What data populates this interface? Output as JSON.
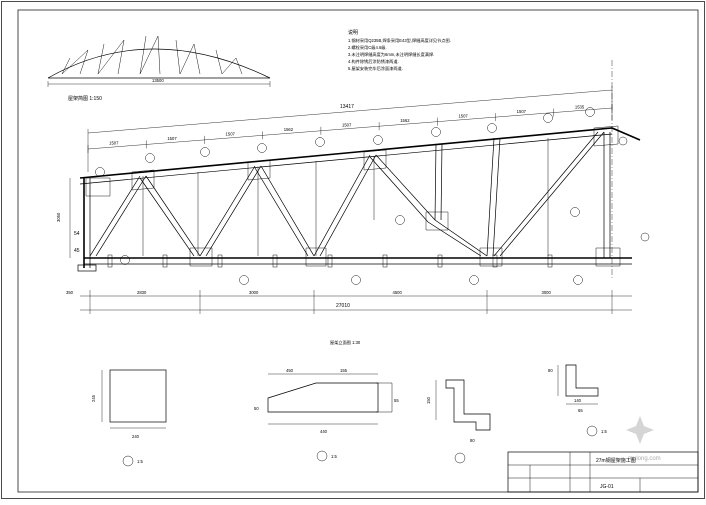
{
  "title_block": {
    "drawing_title": "27m钢屋架施工图",
    "drawing_no": "JG-01"
  },
  "elevation": {
    "total_length_label": "27010",
    "top_total_label": "13417",
    "span_dims_bottom": [
      "2830",
      "3000",
      "4500",
      "3000"
    ],
    "left_offset": "350",
    "top_panel_dims": [
      "1507",
      "1507",
      "1507",
      "1562",
      "1507",
      "1562",
      "1507",
      "1507",
      "1535"
    ],
    "height_label": "3050",
    "left_labels": [
      "54",
      "45"
    ]
  },
  "detail_a": {
    "width_label": "240",
    "height_label": "245"
  },
  "detail_b": {
    "top_labels": [
      "450",
      "155"
    ],
    "bottom_label": "440",
    "right_label": "55",
    "left_label": "50"
  },
  "detail_c": {
    "left_label": "150",
    "bottom_label": "80"
  },
  "detail_d": {
    "labels": [
      "80",
      "140",
      "65"
    ]
  },
  "watermark": "mulong.com"
}
